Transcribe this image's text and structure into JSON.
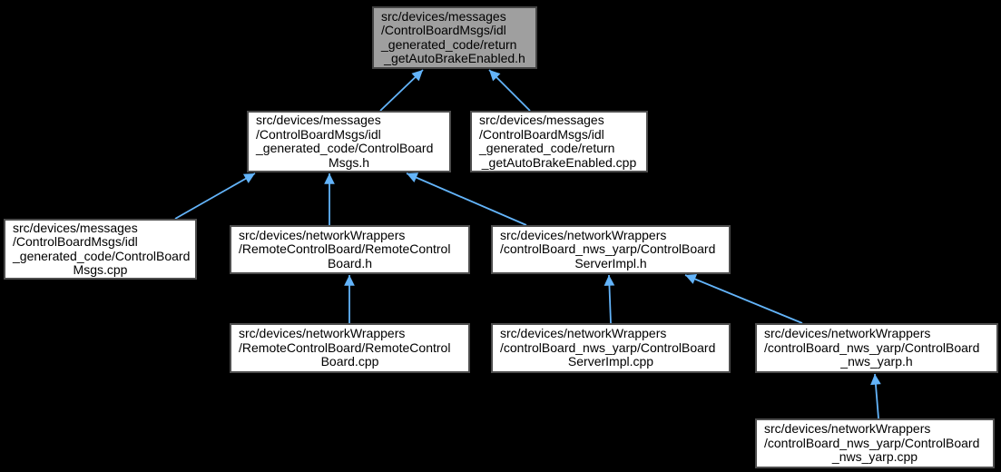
{
  "graph": {
    "type": "include-dependency-graph",
    "colors": {
      "background": "#000000",
      "node_fill": "#ffffff",
      "node_border": "#4d4d4d",
      "current_node_fill": "#9f9f9f",
      "current_node_border": "#454545",
      "text": "#000000",
      "edge": "#63b4fa"
    },
    "nodes": [
      {
        "id": "return_h",
        "label": "src/devices/messages/ControlBoardMsgs/idl_generated_code/return_getAutoBrakeEnabled.h",
        "lines": [
          "src/devices/messages",
          "/ControlBoardMsgs/idl",
          "_generated_code/return",
          "_getAutoBrakeEnabled.h"
        ],
        "is_current": true
      },
      {
        "id": "msgs_h",
        "label": "src/devices/messages/ControlBoardMsgs/idl_generated_code/ControlBoardMsgs.h",
        "lines": [
          "src/devices/messages",
          "/ControlBoardMsgs/idl",
          "_generated_code/ControlBoard",
          "Msgs.h"
        ],
        "is_current": false
      },
      {
        "id": "return_cpp",
        "label": "src/devices/messages/ControlBoardMsgs/idl_generated_code/return_getAutoBrakeEnabled.cpp",
        "lines": [
          "src/devices/messages",
          "/ControlBoardMsgs/idl",
          "_generated_code/return",
          "_getAutoBrakeEnabled.cpp"
        ],
        "is_current": false
      },
      {
        "id": "msgs_cpp",
        "label": "src/devices/messages/ControlBoardMsgs/idl_generated_code/ControlBoardMsgs.cpp",
        "lines": [
          "src/devices/messages",
          "/ControlBoardMsgs/idl",
          "_generated_code/ControlBoard",
          "Msgs.cpp"
        ],
        "is_current": false
      },
      {
        "id": "remote_h",
        "label": "src/devices/networkWrappers/RemoteControlBoard/RemoteControlBoard.h",
        "lines": [
          "src/devices/networkWrappers",
          "/RemoteControlBoard/RemoteControl",
          "Board.h"
        ],
        "is_current": false
      },
      {
        "id": "serverimpl_h",
        "label": "src/devices/networkWrappers/controlBoard_nws_yarp/ControlBoardServerImpl.h",
        "lines": [
          "src/devices/networkWrappers",
          "/controlBoard_nws_yarp/ControlBoard",
          "ServerImpl.h"
        ],
        "is_current": false
      },
      {
        "id": "remote_cpp",
        "label": "src/devices/networkWrappers/RemoteControlBoard/RemoteControlBoard.cpp",
        "lines": [
          "src/devices/networkWrappers",
          "/RemoteControlBoard/RemoteControl",
          "Board.cpp"
        ],
        "is_current": false
      },
      {
        "id": "serverimpl_cpp",
        "label": "src/devices/networkWrappers/controlBoard_nws_yarp/ControlBoardServerImpl.cpp",
        "lines": [
          "src/devices/networkWrappers",
          "/controlBoard_nws_yarp/ControlBoard",
          "ServerImpl.cpp"
        ],
        "is_current": false
      },
      {
        "id": "nws_yarp_h",
        "label": "src/devices/networkWrappers/controlBoard_nws_yarp/ControlBoard_nws_yarp.h",
        "lines": [
          "src/devices/networkWrappers",
          "/controlBoard_nws_yarp/ControlBoard",
          "_nws_yarp.h"
        ],
        "is_current": false
      },
      {
        "id": "nws_yarp_cpp",
        "label": "src/devices/networkWrappers/controlBoard_nws_yarp/ControlBoard_nws_yarp.cpp",
        "lines": [
          "src/devices/networkWrappers",
          "/controlBoard_nws_yarp/ControlBoard",
          "_nws_yarp.cpp"
        ],
        "is_current": false
      }
    ],
    "edges": [
      {
        "from": "msgs_h",
        "to": "return_h"
      },
      {
        "from": "return_cpp",
        "to": "return_h"
      },
      {
        "from": "msgs_cpp",
        "to": "msgs_h"
      },
      {
        "from": "remote_h",
        "to": "msgs_h"
      },
      {
        "from": "serverimpl_h",
        "to": "msgs_h"
      },
      {
        "from": "remote_cpp",
        "to": "remote_h"
      },
      {
        "from": "serverimpl_cpp",
        "to": "serverimpl_h"
      },
      {
        "from": "nws_yarp_h",
        "to": "serverimpl_h"
      },
      {
        "from": "nws_yarp_cpp",
        "to": "nws_yarp_h"
      }
    ]
  }
}
